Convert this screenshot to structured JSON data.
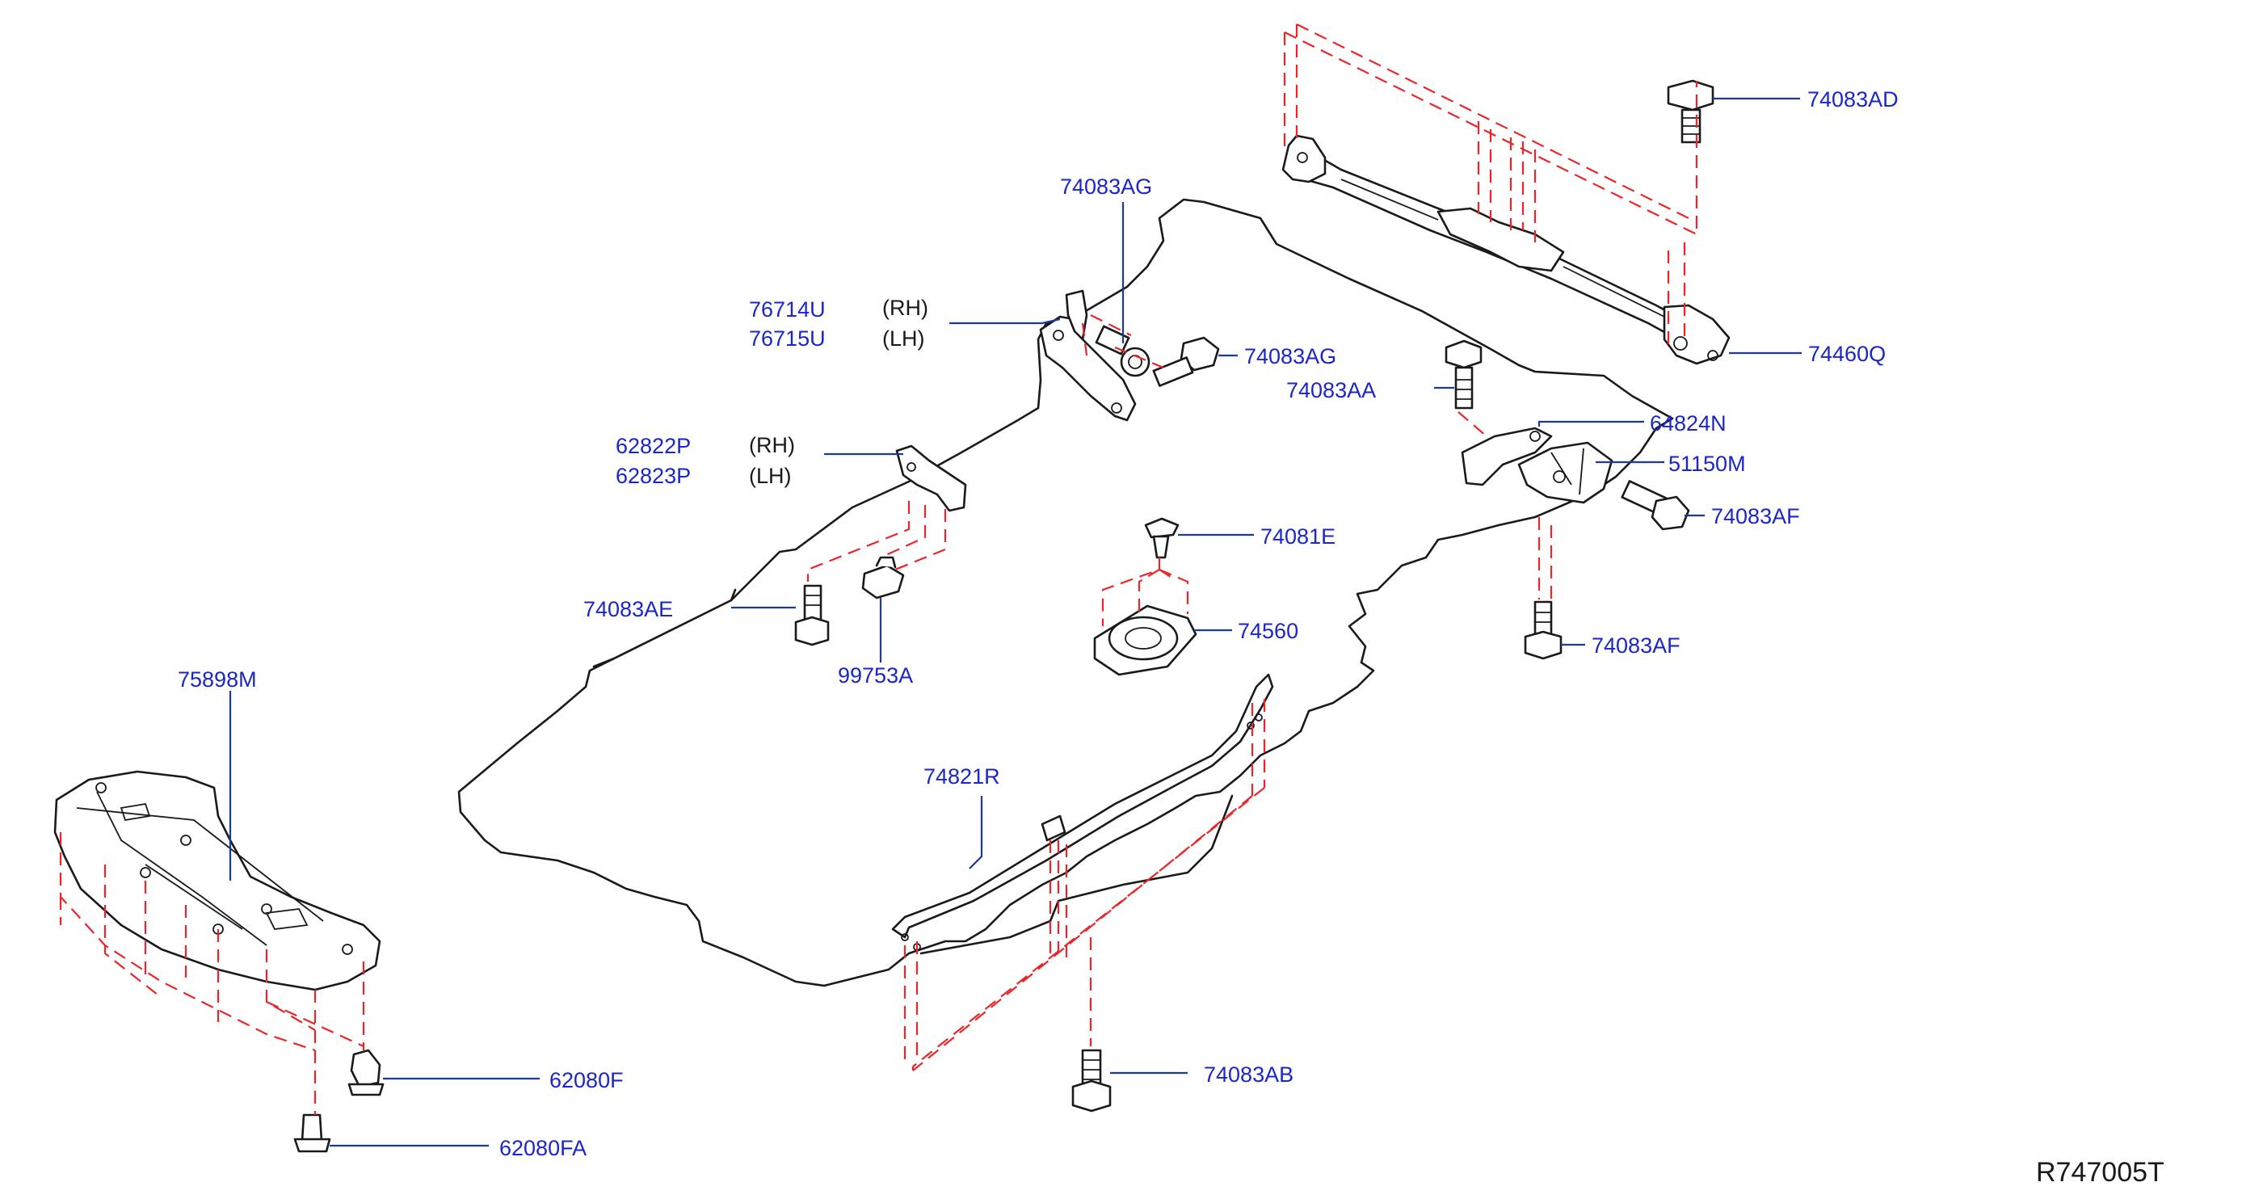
{
  "labels": {
    "p74083AD": "74083AD",
    "p74083AG_top": "74083AG",
    "p76714U": "76714U",
    "p76715U": "76715U",
    "rh1": "(RH)",
    "lh1": "(LH)",
    "p74083AG_mid": "74083AG",
    "p74460Q": "74460Q",
    "p74083AA": "74083AA",
    "p64824N": "64824N",
    "p51150M": "51150M",
    "p62822P": "62822P",
    "p62823P": "62823P",
    "rh2": "(RH)",
    "lh2": "(LH)",
    "p74083AF_a": "74083AF",
    "p74081E": "74081E",
    "p74083AE": "74083AE",
    "p74560": "74560",
    "p74083AF_b": "74083AF",
    "p99753A": "99753A",
    "p75898M": "75898M",
    "p74821R": "74821R",
    "p62080F": "62080F",
    "p74083AB": "74083AB",
    "p62080FA": "62080FA"
  },
  "reference_code": "R747005T",
  "colors": {
    "part_number": "#1a26c8",
    "hidden_line": "#e8272a",
    "outline": "#1a1a1a",
    "leader": "#1b3a9a"
  }
}
